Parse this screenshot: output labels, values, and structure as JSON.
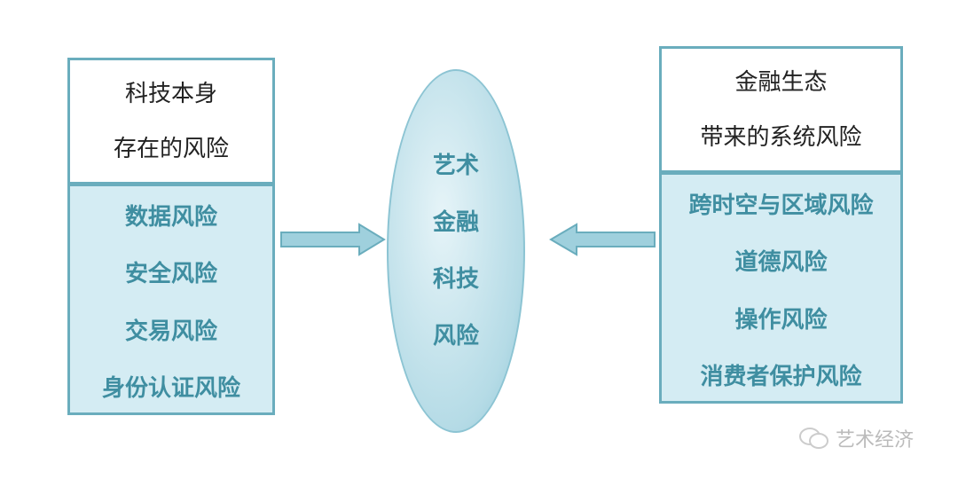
{
  "left": {
    "title": [
      "科技本身",
      "存在的风险"
    ],
    "items": [
      "数据风险",
      "安全风险",
      "交易风险",
      "身份认证风险"
    ]
  },
  "center": {
    "lines": [
      "艺术",
      "金融",
      "科技",
      "风险"
    ]
  },
  "right": {
    "title": [
      "金融生态",
      "带来的系统风险"
    ],
    "items": [
      "跨时空与区域风险",
      "道德风险",
      "操作风险",
      "消费者保护风险"
    ]
  },
  "watermark": "艺术经济",
  "colors": {
    "border": "#6aadbd",
    "fill": "#d4ecf3",
    "text": "#3f8ea1"
  }
}
